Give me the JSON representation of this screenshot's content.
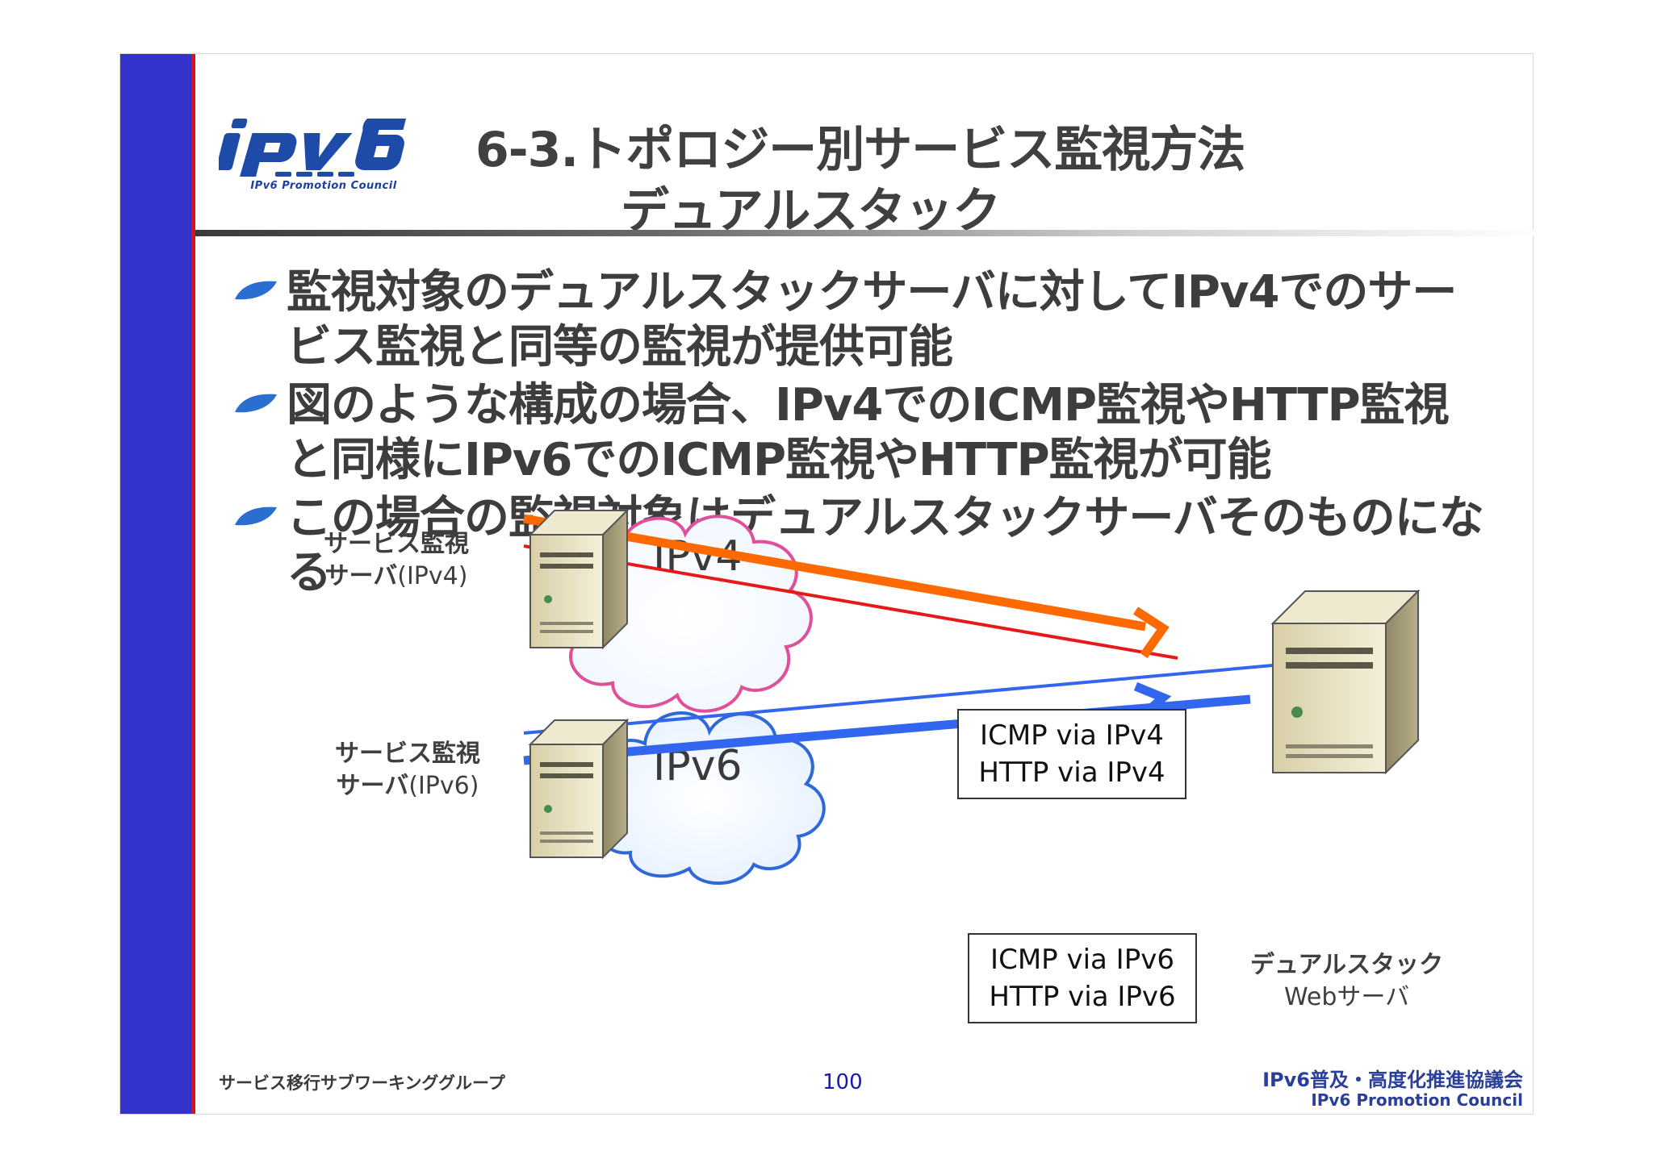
{
  "logo": {
    "mark": "ipv6",
    "subtitle": "IPv6 Promotion Council"
  },
  "title": {
    "line1": "6-3.トポロジー別サービス監視方法",
    "line2": "デュアルスタック"
  },
  "bullets": [
    "監視対象のデュアルスタックサーバに対してIPv4でのサービス監視と同等の監視が提供可能",
    "図のような構成の場合、IPv4でのICMP監視やHTTP監視と同様にIPv6でのICMP監視やHTTP監視が可能",
    "この場合の監視対象はデュアルスタックサーバそのものになる"
  ],
  "diagram": {
    "server_v4": {
      "line1": "サービス監視",
      "line2_bold": "サーバ",
      "line2_norm": "(IPv4)"
    },
    "server_v6": {
      "line1": "サービス監視",
      "line2_bold": "サーバ",
      "line2_norm": "(IPv6)"
    },
    "cloud_v4": "IPv4",
    "cloud_v6": "IPv6",
    "box_v4": {
      "line1": "ICMP via IPv4",
      "line2": "HTTP via IPv4"
    },
    "box_v6": {
      "line1": "ICMP via IPv6",
      "line2": "HTTP via IPv6"
    },
    "target": {
      "line1": "デュアルスタック",
      "line2": "Webサーバ"
    },
    "colors": {
      "ipv4_arrow": "#ff6a00",
      "ipv4_line": "#e81818",
      "ipv6": "#3366ee",
      "cloud_v4_border": "#e0509a",
      "cloud_v6_border": "#2f68d8"
    }
  },
  "footer": {
    "group": "サービス移行サブワーキンググループ",
    "page": "100",
    "org_ja": "IPv6普及・高度化推進協議会",
    "org_en": "IPv6 Promotion Council"
  }
}
